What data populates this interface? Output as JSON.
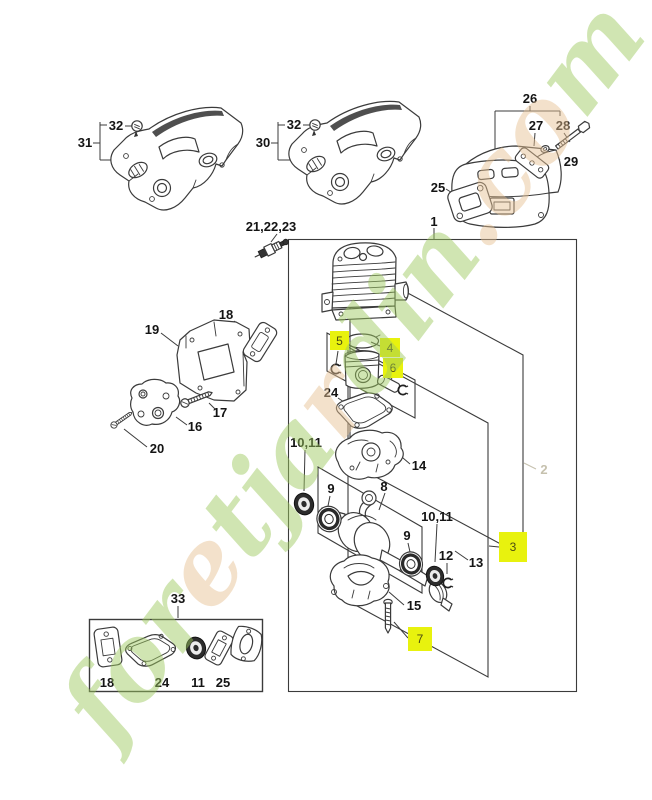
{
  "watermark": {
    "text": "foretjardin.com",
    "letters": [
      "f",
      "o",
      "r",
      "e",
      "t",
      "j",
      "a",
      "r",
      "d",
      "i",
      "n",
      ".",
      "c",
      "o",
      "m"
    ]
  },
  "colors": {
    "highlight": "#e8f20e",
    "line": "#3b3b3b",
    "label": "#141414",
    "ghost": "#c6c1ae",
    "watermark_green": "#9cc95e",
    "watermark_tan": "#e6c193"
  },
  "labels": {
    "cover_left": {
      "assembly": "31",
      "screw": "32"
    },
    "cover_right": {
      "assembly": "30",
      "screw": "32"
    },
    "spark_plug": "21,22,23",
    "muffler": {
      "assembly": "26",
      "plate": "27",
      "bolt": "28",
      "washer": "29",
      "gasket": "25"
    },
    "engine_box": "1",
    "engine_assembly_ghost": "2",
    "short_block": "3",
    "piston": {
      "ring": "4",
      "circlip": "5",
      "pin": "6"
    },
    "screw_short_block": "7",
    "crankshaft": "8",
    "bearing_left": "9",
    "bearing_right": "9",
    "seal_left": "10,11",
    "seal_right": "10,11",
    "circlip_shaft": "12",
    "bearing_kit": "13",
    "crankcase_top": "14",
    "crankcase_bottom": "15",
    "cylinder_gasket": "24",
    "mount_group": {
      "shield": "19",
      "gasket": "18",
      "screw_long": "17",
      "block": "16",
      "screw_short": "20"
    },
    "gasket_set": {
      "assembly": "33",
      "item1": "18",
      "item2": "24",
      "item3": "11",
      "item4": "25"
    }
  }
}
